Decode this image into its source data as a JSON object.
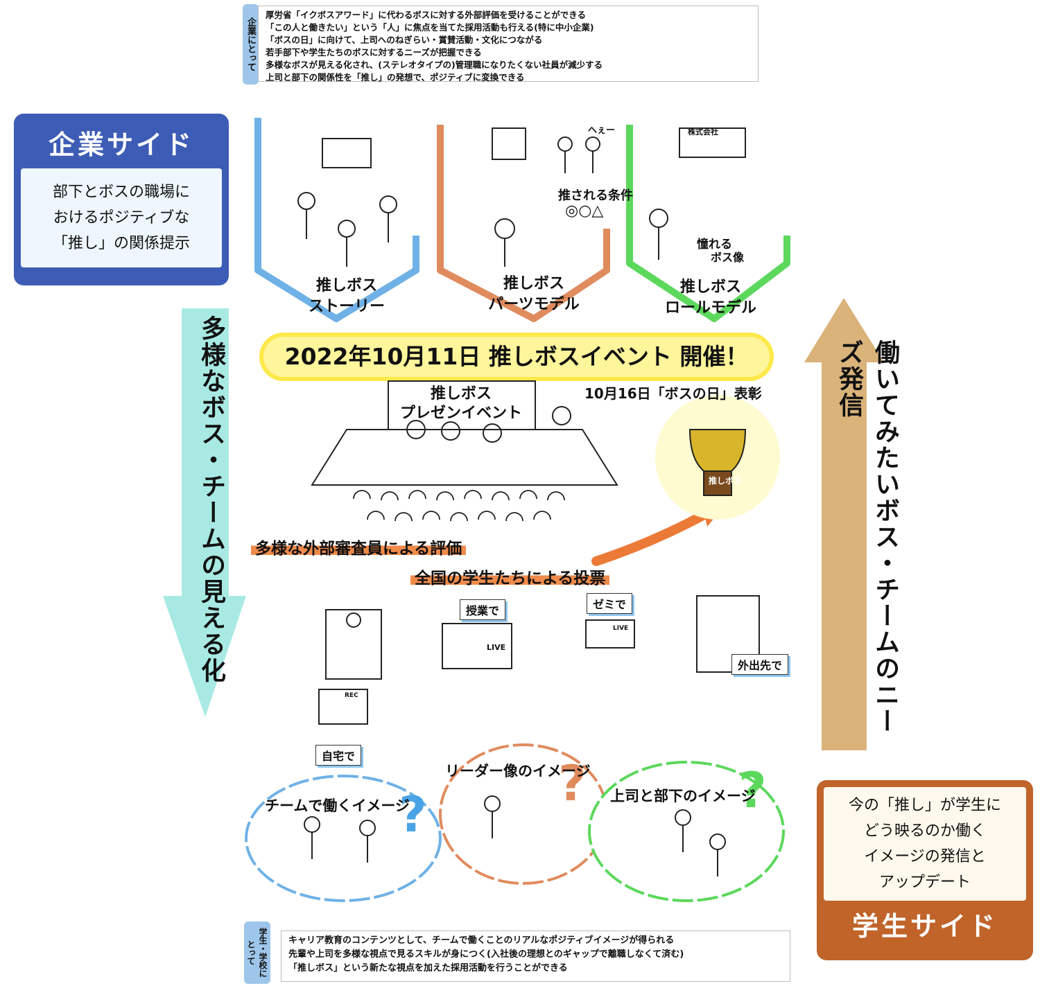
{
  "top_notes": {
    "tag": "企業にとって",
    "lines": [
      "厚労省「イクボスアワード」に代わるボスに対する外部評価を受けることができる",
      "「この人と働きたい」という「人」に焦点を当てた採用活動も行える(特に中小企業)",
      "「ボスの日」に向けて、上司へのねぎらい・賞賛活動・文化につながる",
      "若手部下や学生たちのボスに対するニーズが把握できる",
      "多様なボスが見える化され、(ステレオタイプの)管理職になりたくない社員が減少する",
      "上司と部下の関係性を「推し」の発想で、ポジティブに変換できる"
    ]
  },
  "company_side": {
    "title": "企業サイド",
    "lines": [
      "部下とボスの職場に",
      "おけるポジティブな",
      "「推し」の関係提示"
    ],
    "color": "#3d5cb5"
  },
  "student_side": {
    "title": "学生サイド",
    "lines": [
      "今の「推し」が学生に",
      "どう映るのか働く",
      "イメージの発信と",
      "アップデート"
    ],
    "color": "#c0642a"
  },
  "left_arrow": {
    "text": "多様なボス・チームの見える化",
    "color": "#9ee8e0"
  },
  "right_arrow": {
    "text": "働いてみたいボス・チームのニーズ発信",
    "color": "#d9b37a"
  },
  "chevrons": [
    {
      "line1": "推しボス",
      "line2": "ストーリー",
      "color": "#6fb1e6"
    },
    {
      "line1": "推しボス",
      "line2": "パーツモデル",
      "color": "#e08b5e"
    },
    {
      "line1": "推しボス",
      "line2": "ロールモデル",
      "color": "#5cd85c"
    }
  ],
  "sketch_text": {
    "hee": "へぇー",
    "conditions": "推される条件",
    "marks": "◎○△",
    "longing": "憧れる",
    "boss_image": "ボス像",
    "company_sign": "株式会社"
  },
  "banner": "2022年10月11日 推しボスイベント 開催！",
  "event": {
    "stage": [
      "推しボス",
      "プレゼンイベント"
    ],
    "award": "10月16日「ボスの日」表彰",
    "trophy": "推しボス"
  },
  "evaluation": "多様な外部審査員による評価",
  "voting": "全国の学生たちによる投票",
  "places": {
    "class": "授業で",
    "seminar": "ゼミで",
    "outside": "外出先で",
    "home": "自宅で",
    "live": "LIVE",
    "rec": "REC"
  },
  "clouds": [
    {
      "text": "チームで働くイメージ",
      "color": "#6fb1e6"
    },
    {
      "text": "リーダー像のイメージ",
      "color": "#e08b5e"
    },
    {
      "text": "上司と部下のイメージ",
      "color": "#5cd85c"
    }
  ],
  "bottom_notes": {
    "tag": "学生・学校にとって",
    "lines": [
      "キャリア教育のコンテンツとして、チームで働くことのリアルなポジティブイメージが得られる",
      "先輩や上司を多様な視点で見るスキルが身につく(入社後の理想とのギャップで離職しなくて済む)",
      "「推しボス」という新たな視点を加えた採用活動を行うことができる"
    ]
  }
}
